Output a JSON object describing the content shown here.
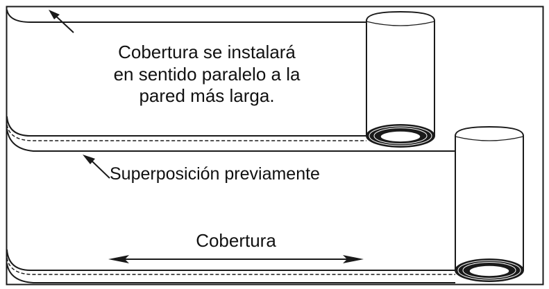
{
  "diagram": {
    "label_top_lines": [
      "Cobertura se instalará",
      "en sentido paralelo a la",
      "pared más larga."
    ],
    "label_overlap": "Superposición previamente",
    "label_bottom": "Cobertura",
    "colors": {
      "line": "#1a1a1a",
      "background": "#ffffff"
    }
  }
}
